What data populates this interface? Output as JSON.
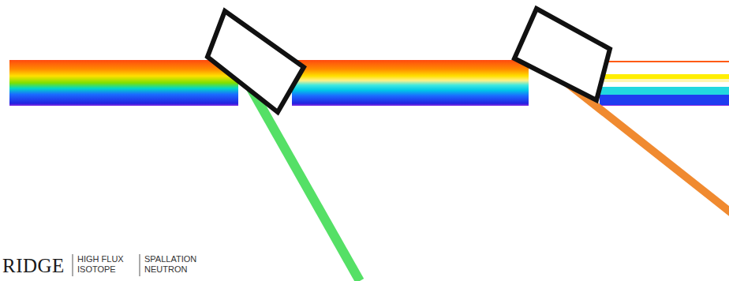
{
  "diagram": {
    "labels": [
      "RIDGE",
      "HIGH FLUX",
      "ISOTOPE",
      "SPALLATION",
      "NEUTRON"
    ]
  }
}
